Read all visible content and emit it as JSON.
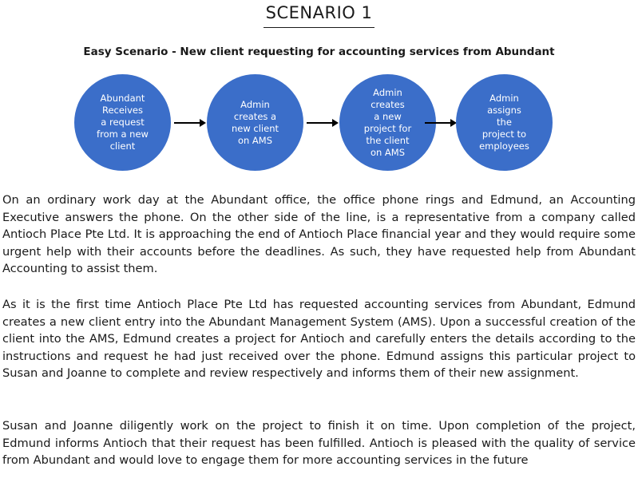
{
  "heading": {
    "title": "SCENARIO 1",
    "subtitle": "Easy Scenario - New client requesting for accounting services from Abundant"
  },
  "flow": {
    "steps": [
      "Abundant\nReceives\na request\nfrom a new\nclient",
      "Admin\ncreates a\nnew client\non AMS",
      "Admin\ncreates\na new\nproject for\nthe client\non AMS",
      "Admin\nassigns\nthe\nproject to\nemployees"
    ],
    "step_color": "#3b6ec9",
    "arrow_color": "#000000"
  },
  "paragraphs": [
    "On an ordinary work day at the Abundant office, the office phone rings and Edmund, an Accounting Executive answers the phone. On the other side of the line, is a representative from a company called Antioch Place Pte Ltd. It is approaching the end of Antioch Place financial year and they would require some urgent help with their accounts before the deadlines. As such, they have requested help from Abundant Accounting to assist them.",
    "As it is the first time Antioch Place Pte Ltd has requested accounting services from Abundant, Edmund creates a new client entry into the Abundant Management System (AMS). Upon a successful creation of the client into the AMS, Edmund creates a project for Antioch and carefully enters the details according to the instructions and request he had just received over the phone. Edmund assigns this particular project to Susan and Joanne to complete and review respectively and informs them of their new assignment.",
    "Susan and Joanne diligently work on the project to finish it on time. Upon completion of the project, Edmund informs Antioch that their request has been fulfilled. Antioch is pleased with the quality of service from Abundant and would love to engage them for more accounting services in the future"
  ]
}
